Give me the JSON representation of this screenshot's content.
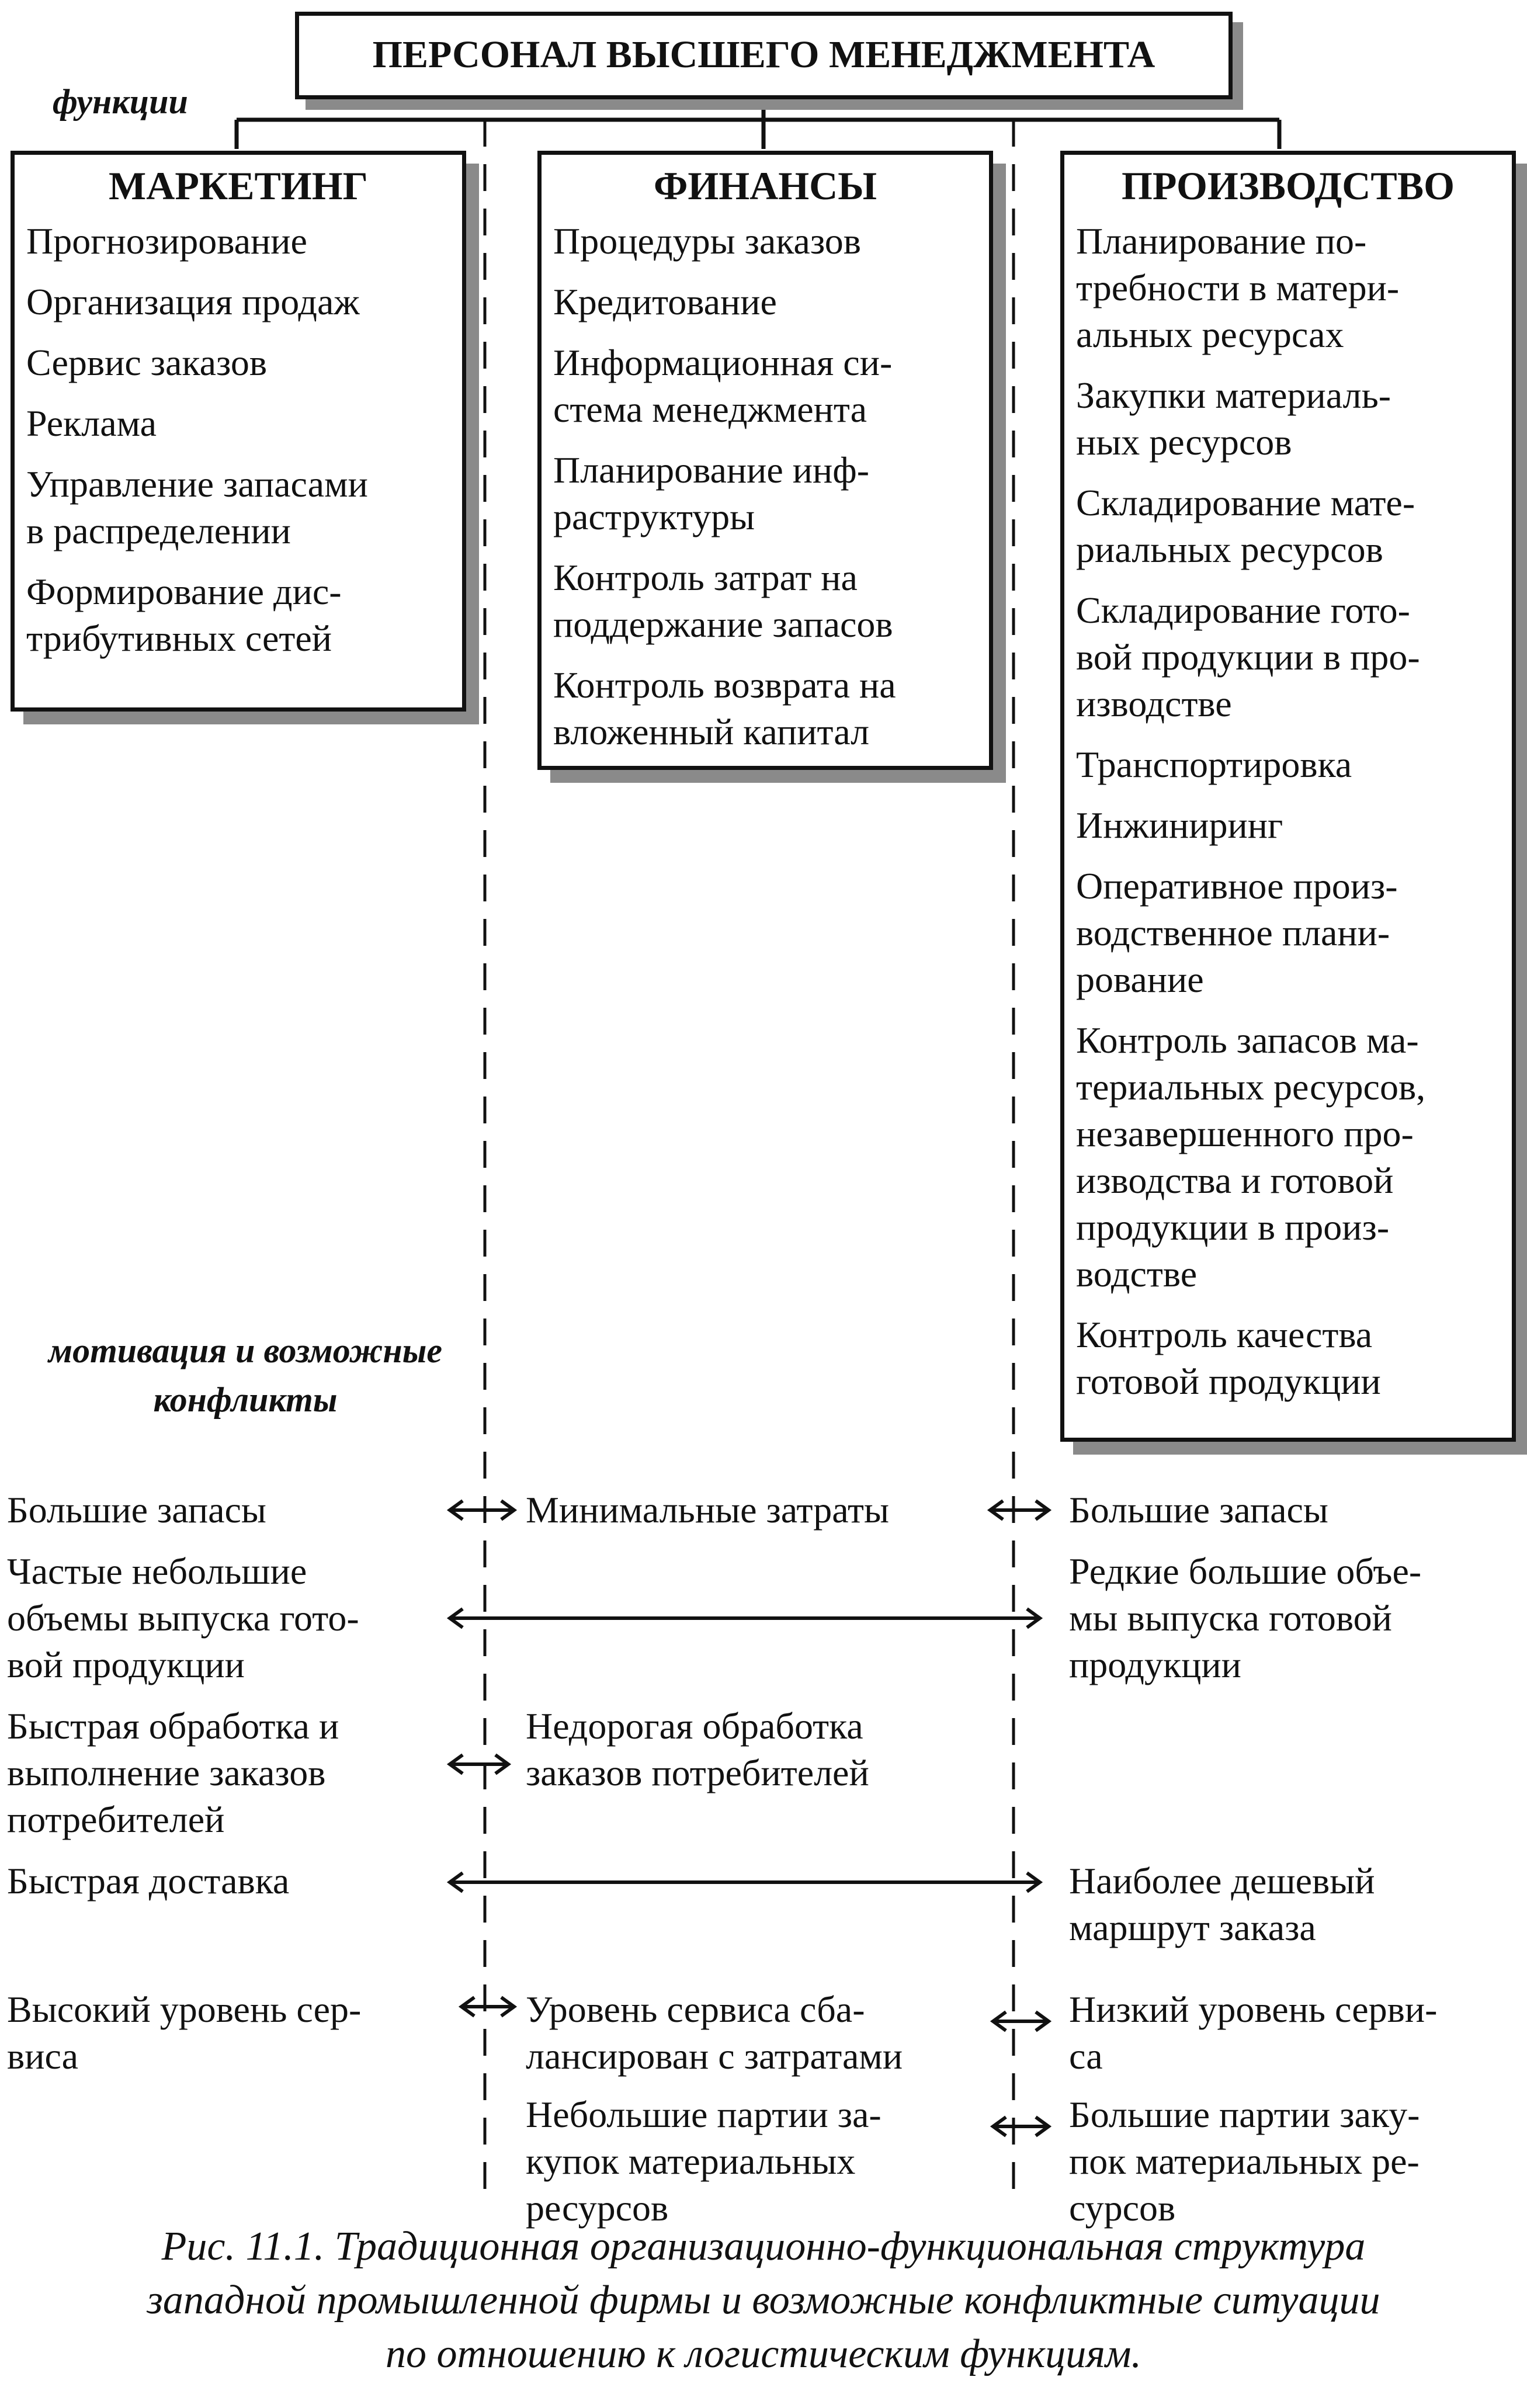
{
  "top": {
    "title": "ПЕРСОНАЛ ВЫСШЕГО МЕНЕДЖМЕНТА"
  },
  "labels": {
    "functions": "функции",
    "motivation": "мотивация и возможные\nконфликты"
  },
  "departments": [
    {
      "title": "МАРКЕТИНГ",
      "items": [
        "Прогнозирование",
        "Организация продаж",
        "Сервис заказов",
        "Реклама",
        "Управление запасами\nв распределении",
        "Формирование дис-\nтрибутивных сетей"
      ]
    },
    {
      "title": "ФИНАНСЫ",
      "items": [
        "Процедуры заказов",
        "Кредитование",
        "Информационная си-\nстема менеджмента",
        "Планирование инф-\nраструктуры",
        "Контроль затрат на\nподдержание запасов",
        "Контроль возврата на\nвложенный капитал"
      ]
    },
    {
      "title": "ПРОИЗВОДСТВО",
      "items": [
        "Планирование по-\nтребности в матери-\nальных ресурсах",
        "Закупки материаль-\nных ресурсов",
        "Складирование мате-\nриальных ресурсов",
        "Складирование гото-\nвой продукции в про-\nизводстве",
        "Транспортировка",
        "Инжиниринг",
        "Оперативное произ-\nводственное плани-\nрование",
        "Контроль запасов ма-\nтериальных ресурсов,\nнезавершенного про-\nизводства и готовой\nпродукции в произ-\nводстве",
        "Контроль качества\nготовой продукции"
      ]
    }
  ],
  "conflicts": [
    {
      "marketing": "Большие запасы",
      "finance": "Минимальные затраты",
      "production": "Большие запасы"
    },
    {
      "marketing": "Частые небольшие\nобъемы выпуска гото-\nвой продукции",
      "finance": "",
      "production": "Редкие большие объе-\nмы выпуска готовой\nпродукции"
    },
    {
      "marketing": "Быстрая обработка и\nвыполнение заказов\nпотребителей",
      "finance": "Недорогая обработка\nзаказов потребителей",
      "production": ""
    },
    {
      "marketing": "Быстрая доставка",
      "finance": "",
      "production": "Наиболее дешевый\nмаршрут заказа"
    },
    {
      "marketing": "Высокий уровень сер-\nвиса",
      "finance": "Уровень сервиса сба-\nлансирован с затратами",
      "production": "Низкий уровень серви-\nса"
    },
    {
      "marketing": "",
      "finance": "Небольшие партии за-\nкупок материальных\nресурсов",
      "production": "Большие партии заку-\nпок материальных ре-\nсурсов"
    }
  ],
  "caption": "Рис. 11.1. Традиционная организационно-функциональная структура\nзападной промышленной фирмы и возможные конфликтные ситуации\nпо отношению к логистическим функциям.",
  "colors": {
    "ink": "#111111",
    "shadow": "#8a8a8a"
  }
}
